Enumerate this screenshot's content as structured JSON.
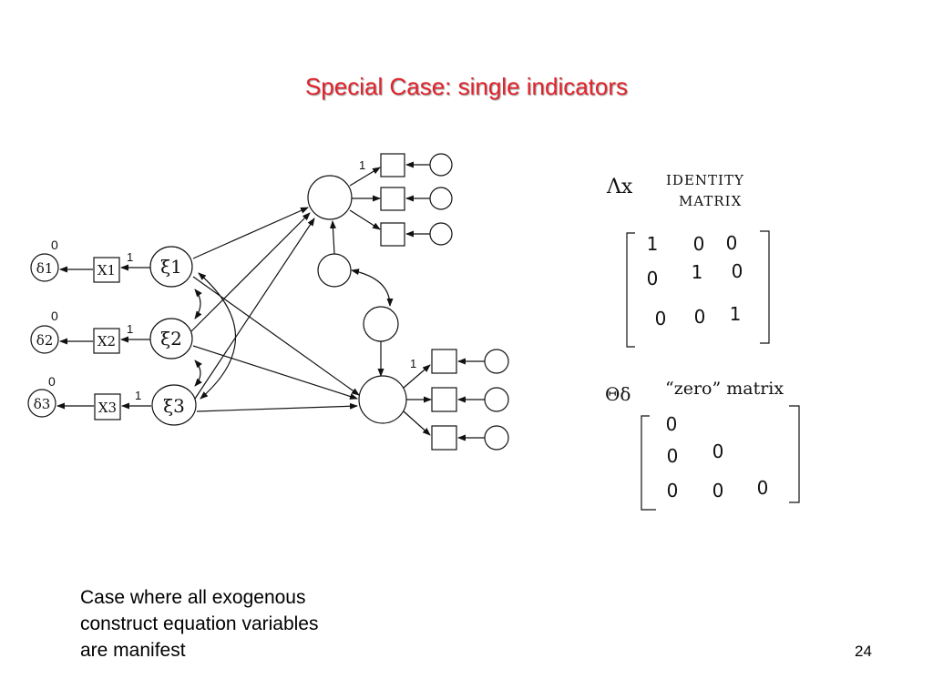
{
  "slide": {
    "title": "Special Case: single indicators",
    "caption_lines": [
      "Case where all exogenous",
      "construct equation variables",
      "are manifest"
    ],
    "page_number": "24",
    "title_color": "#e3232c"
  },
  "diagram": {
    "errors": [
      "δ1",
      "δ2",
      "δ3"
    ],
    "error_variances": [
      "0",
      "0",
      "0"
    ],
    "indicators": [
      "X1",
      "X2",
      "X3"
    ],
    "loadings": [
      "1",
      "1",
      "1"
    ],
    "exogenous": [
      "ξ1",
      "ξ2",
      "ξ3"
    ],
    "endogenous_loading_1": "1",
    "endogenous_loading_2": "1"
  },
  "notes": {
    "lambda_label": "Λx",
    "identity_line1": "IDENTITY",
    "identity_line2": "MATRIX",
    "identity_matrix": [
      [
        "1",
        "0",
        "0"
      ],
      [
        "0",
        "1",
        "0"
      ],
      [
        "0",
        "0",
        "1"
      ]
    ],
    "theta_label": "Θδ",
    "zero_matrix_label": "“zero” matrix",
    "zero_matrix": [
      [
        "0"
      ],
      [
        "0",
        "0"
      ],
      [
        "0",
        "0",
        "0"
      ]
    ]
  }
}
